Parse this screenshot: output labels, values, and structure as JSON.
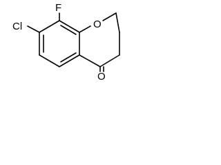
{
  "molecule": {
    "atoms": {
      "fluorine": "F",
      "chlorine": "Cl",
      "ring_oxygen": "O",
      "carbonyl_oxygen": "O"
    }
  }
}
